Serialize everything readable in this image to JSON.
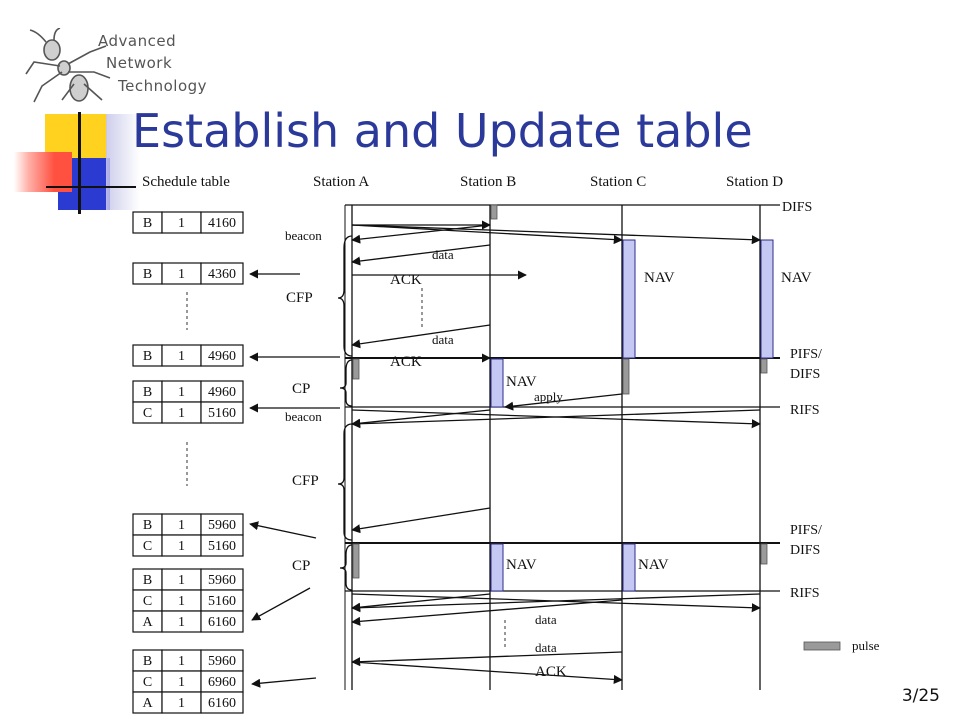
{
  "logo": {
    "lines": [
      "Advanced",
      "Network",
      "Technology"
    ],
    "icon": "ant-icon"
  },
  "title": "Establish and Update table",
  "page_number": "3/25",
  "diagram": {
    "stations": [
      "Station A",
      "Station B",
      "Station C",
      "Station D"
    ],
    "schedule_header": "Schedule table",
    "tables": [
      [
        [
          "B",
          "1",
          "4160"
        ]
      ],
      [
        [
          "B",
          "1",
          "4360"
        ]
      ],
      [
        [
          "B",
          "1",
          "4960"
        ]
      ],
      [
        [
          "B",
          "1",
          "4960"
        ],
        [
          "C",
          "1",
          "5160"
        ]
      ],
      [
        [
          "B",
          "1",
          "5960"
        ],
        [
          "C",
          "1",
          "5160"
        ]
      ],
      [
        [
          "B",
          "1",
          "5960"
        ],
        [
          "C",
          "1",
          "5160"
        ],
        [
          "A",
          "1",
          "6160"
        ]
      ],
      [
        [
          "B",
          "1",
          "5960"
        ],
        [
          "C",
          "1",
          "6960"
        ],
        [
          "A",
          "1",
          "6160"
        ]
      ]
    ],
    "period_labels": {
      "cfp1": "CFP",
      "cp1": "CP",
      "cfp2": "CFP",
      "cp2": "CP"
    },
    "frame_labels": {
      "beacon1": "beacon",
      "data1": "data",
      "ack1": "ACK",
      "data2": "data",
      "ack2": "ACK",
      "apply": "apply",
      "beacon2": "beacon",
      "data3": "data",
      "data4": "data",
      "ack3": "ACK"
    },
    "nav_labels": {
      "nav1": "NAV",
      "nav2": "NAV",
      "nav3": "NAV",
      "nav4": "NAV",
      "nav5": "NAV"
    },
    "ifs_labels": {
      "difs": "DIFS",
      "pifs1": "PIFS/",
      "difs1": "DIFS",
      "rifs1": "RIFS",
      "pifs2": "PIFS/",
      "difs2": "DIFS",
      "rifs2": "RIFS"
    },
    "legend": {
      "pulse": "pulse"
    }
  },
  "colors": {
    "title": "#2b3a9a",
    "nav_fill": "#c6c8f4",
    "nav_stroke": "#2e2e88",
    "pulse": "#9a9a9a",
    "deco_yellow": "#ffd21f",
    "deco_blue": "#2b3ad0",
    "deco_red": "#ff5040"
  }
}
